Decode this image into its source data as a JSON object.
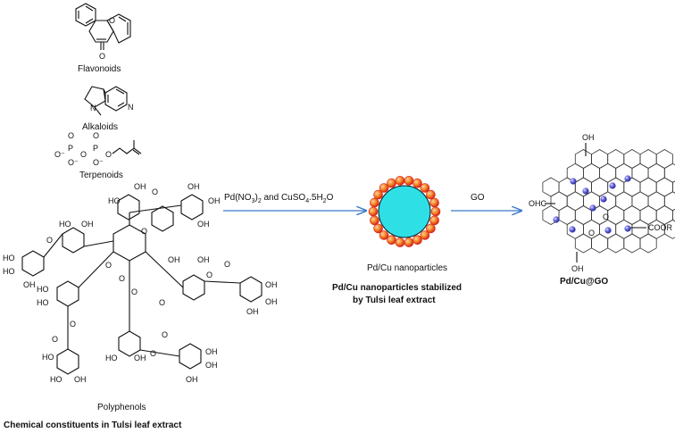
{
  "structures": {
    "flavonoids": "Flavonoids",
    "alkaloids": "Alkaloids",
    "terpenoids": "Terpenoids",
    "polyphenols": "Polyphenols"
  },
  "atoms": {
    "O": "O",
    "N": "N",
    "OH": "OH",
    "HO": "HO",
    "OHC": "OHC",
    "COOR": "COOR",
    "P": "P",
    "O_minus": "O⁻"
  },
  "caption_left": "Chemical constituents in Tulsi leaf extract",
  "reaction1": {
    "reagents_prefix": "Pd(NO",
    "reagents_sub1": "3",
    "reagents_mid": ")",
    "reagents_sub2": "2",
    "reagents_and": " and CuSO",
    "reagents_sub3": "4",
    "reagents_suffix": ".5H",
    "reagents_sub4": "2",
    "reagents_end": "O"
  },
  "nanoparticle": {
    "label": "Pd/Cu nanoparticles",
    "caption_line1": "Pd/Cu nanoparticles stabilized",
    "caption_line2": "by Tulsi leaf extract",
    "core_color": "#2ee0e6",
    "shell_color": "#f07a1c",
    "shell_rim_color": "#d8231f"
  },
  "reaction2": {
    "reagent": "GO"
  },
  "product": {
    "label": "Pd/Cu@GO",
    "particle_color": "#5b5bd6"
  },
  "arrow_color": "#3b78c9"
}
